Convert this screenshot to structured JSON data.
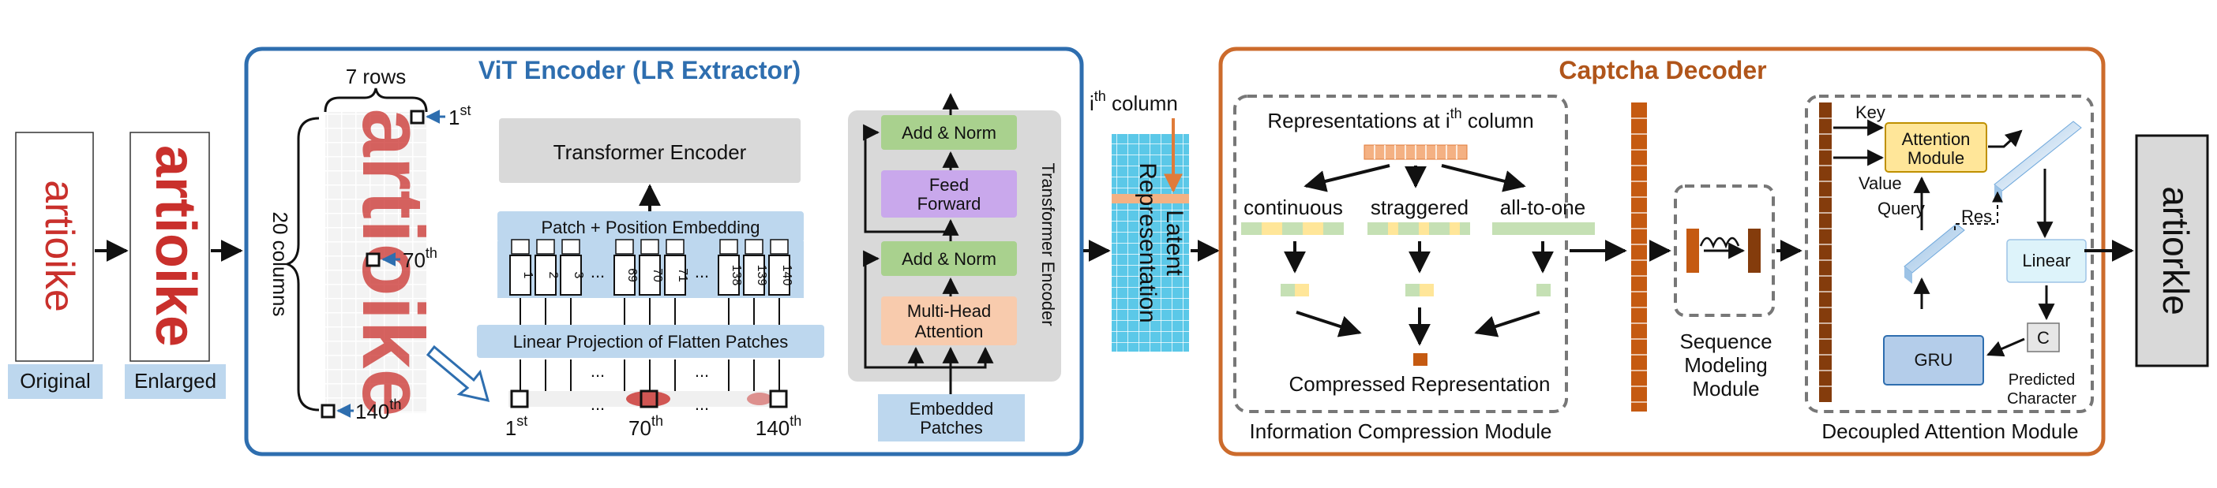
{
  "input": {
    "original_word": "artioike",
    "original_label": "Original",
    "enlarged_label": "Enlarged"
  },
  "vit": {
    "title": "ViT Encoder (LR Extractor)",
    "rows_label": "7 rows",
    "columns_label": "20 columns",
    "col_1": "1",
    "col_70": "70",
    "col_140": "140",
    "sup": "th",
    "sup_st": "st",
    "transformer_encoder": "Transformer Encoder",
    "patch_pos_embedding": "Patch + Position Embedding",
    "linear_projection": "Linear Projection of Flatten Patches",
    "tokens": [
      "1",
      "2",
      "3",
      "69",
      "70",
      "71",
      "138",
      "139",
      "140"
    ],
    "ellipsis": "...",
    "bottom_1": "1",
    "bottom_70": "70",
    "bottom_140": "140"
  },
  "encoder_block": {
    "side_label": "Transformer Encoder",
    "add_norm_top": "Add & Norm",
    "feed_forward_1": "Feed",
    "feed_forward_2": "Forward",
    "add_norm_bottom": "Add & Norm",
    "mha_1": "Multi-Head",
    "mha_2": "Attention",
    "embedded_1": "Embedded",
    "embedded_2": "Patches"
  },
  "latent": {
    "column_label_i": "i",
    "column_label_th": "th",
    "column_label_rest": " column",
    "label_1": "Latent",
    "label_2": "Representation"
  },
  "decoder": {
    "title": "Captcha Decoder",
    "reps_label_pre": "Representations at i",
    "reps_label_sup": "th",
    "reps_label_post": " column",
    "continuous": "continuous",
    "staggered": "straggered",
    "all_to_one": "all-to-one",
    "compressed": "Compressed Representation",
    "icm_label": "Information Compression Module",
    "seq_1": "Sequence",
    "seq_2": "Modeling",
    "seq_3": "Module",
    "key": "Key",
    "value": "Value",
    "query": "Query",
    "res": "Res",
    "attention_1": "Attention",
    "attention_2": "Module",
    "linear": "Linear",
    "gru": "GRU",
    "char_c": "C",
    "predicted_1": "Predicted",
    "predicted_2": "Character",
    "dam_label": "Decoupled Attention Module"
  },
  "output": {
    "word": "artiorkle"
  },
  "colors": {
    "vit_border": "#2E6EAF",
    "decoder_border": "#CC6B2C",
    "light_blue_box": "#BDD7EE",
    "grey_box": "#D9D9D9",
    "green_box": "#A9D18E",
    "purple_box": "#C9A8EC",
    "peach_box": "#F8CBAD",
    "captcha_red": "#C9302C",
    "dark_orange": "#C55A11",
    "cyan_grid": "#5BC8E8",
    "attention_yellow": "#FFE699",
    "linear_cyan": "#DDF3FA",
    "gru_blue": "#B4CDEA"
  }
}
